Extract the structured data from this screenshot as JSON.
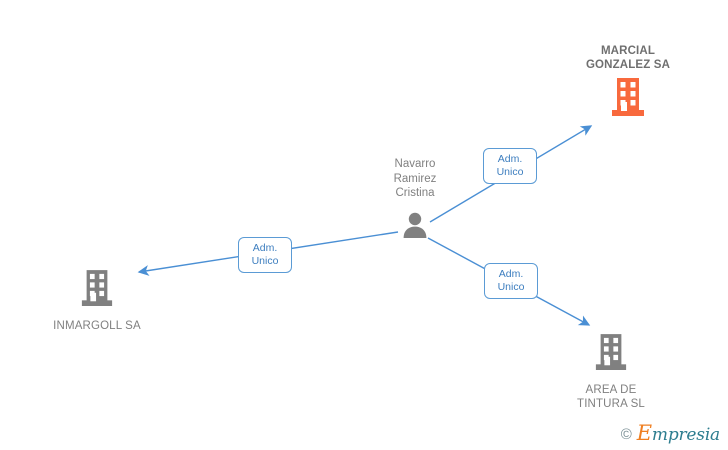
{
  "diagram": {
    "type": "relationship-graph",
    "background_color": "#ffffff",
    "edge_color": "#5b9bd5",
    "company_highlight_color": "#f8693d",
    "company_default_color": "#808080",
    "person_color": "#808080"
  },
  "person": {
    "name": "Navarro\nRamirez\nCristina",
    "icon": "person-icon"
  },
  "companies": [
    {
      "id": "marcial-gonzalez-sa",
      "name": "MARCIAL\nGONZALEZ SA",
      "icon": "building-icon",
      "color": "#f8693d",
      "highlighted": true
    },
    {
      "id": "inmargoll-sa",
      "name": "INMARGOLL SA",
      "icon": "building-icon",
      "color": "#808080",
      "highlighted": false
    },
    {
      "id": "area-de-tintura-sl",
      "name": "AREA DE\nTINTURA SL",
      "icon": "building-icon",
      "color": "#808080",
      "highlighted": false
    }
  ],
  "relations": [
    {
      "id": "rel-marcial-gonzalez",
      "label": "Adm.\nUnico",
      "from": "person",
      "to": "marcial-gonzalez-sa",
      "direction": "up-right"
    },
    {
      "id": "rel-inmargoll",
      "label": "Adm.\nUnico",
      "from": "person",
      "to": "inmargoll-sa",
      "direction": "left"
    },
    {
      "id": "rel-area-tintura",
      "label": "Adm.\nUnico",
      "from": "person",
      "to": "area-de-tintura-sl",
      "direction": "down-right"
    }
  ],
  "footer": {
    "copyright_symbol": "©",
    "brand_initial": "E",
    "brand_rest": "mpresia"
  }
}
